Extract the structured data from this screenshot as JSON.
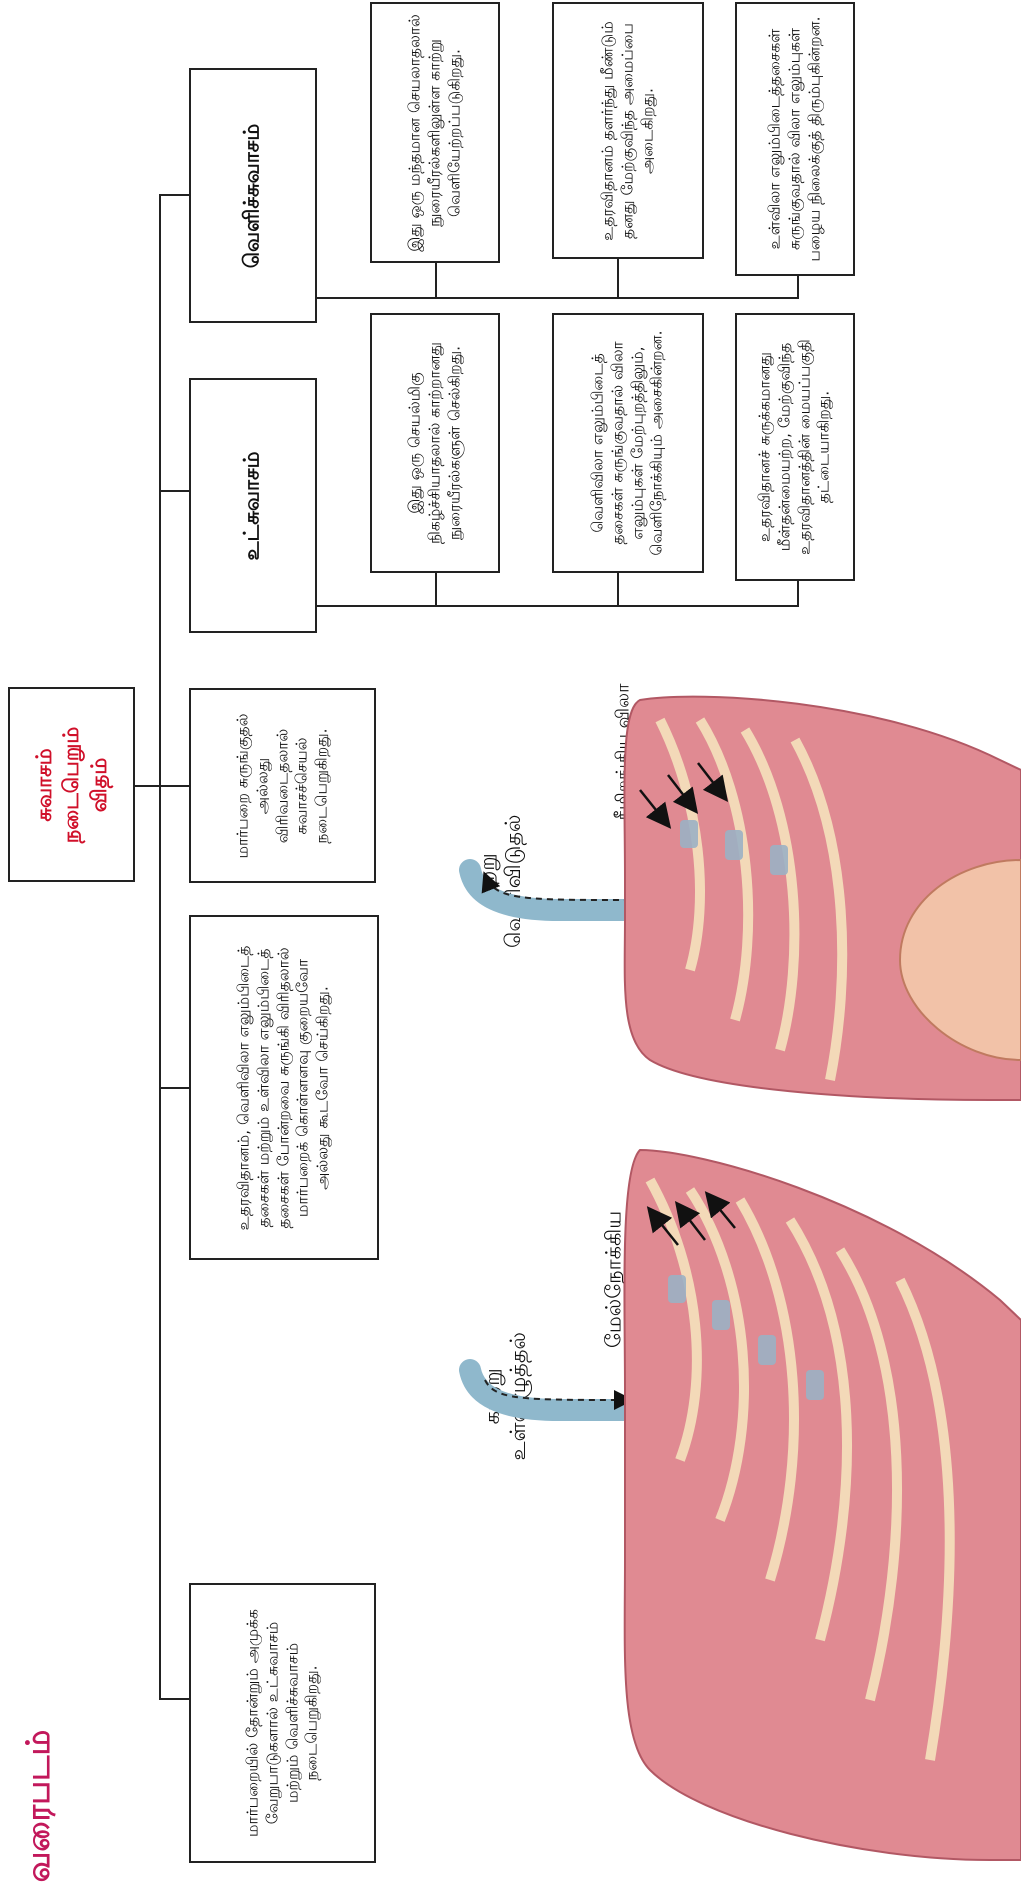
{
  "page_title": "வரைபடம்",
  "root": {
    "title": "சுவாசம் நடைபெறும் விதம்"
  },
  "top_boxes": [
    {
      "text": "மார்பறையில் தோன்றும் அமுக்க வேறுபாடுகளால் உட்சுவாசம் மற்றும் வெளிச்சுவாசம் நடைபெறுகிறது."
    },
    {
      "text": "உதரவிதானம், வெளிவிலா எலும்பிடைத் தசைகள் மற்றும் உள்விலா எலும்பிடைத் தசைகள் போன்றவை சுருங்கி விரிதலால் மார்பறைக் கொள்ளளவு குறையவோ அல்லது கூடவோ செய்கிறது."
    },
    {
      "text": "மார்பறை சுருங்குதல் அல்லது விரிவடைதலால் சுவாசச்செயல் நடைபெறுகிறது."
    }
  ],
  "inhalation": {
    "title": "உட்சுவாசம்",
    "boxes": [
      {
        "text": "இது ஒரு செயல்மிகு நிகழ்ச்சியாதலால் காற்றானது நுரையீரல்களுள் செல்கிறது."
      },
      {
        "text": "வெளிவிலா எலும்பிடைத் தசைகள் சுருங்குவதால் விலா எலும்புகள் மேற்புறத்திலும், வெளிநோக்கியும் அசைகின்றன."
      },
      {
        "text": "உதரவிதானச் சுருக்கமானது மீள்தன்மையற்ற, மேற்குவிந்த உதரவிதானத்தின் மையப்பகுதி தட்டையாகிறது."
      }
    ]
  },
  "exhalation": {
    "title": "வெளிச்சுவாசம்",
    "boxes": [
      {
        "text": "இது ஒரு மந்தமான செயலாதலால் நுரையீரல்களிலுள்ள காற்று வெளியேற்றப்படுகிறது."
      },
      {
        "text": "உதரவிதானம் தளர்ந்து மீண்டும் தனது மேற்குவிந்த அமைப்பை அடைகிறது."
      },
      {
        "text": "உள்விலா எலும்பிடைத்தசைகள் சுருங்குவதால் விலா எலும்புகள் பழைய நிலைக்குத் திரும்புகின்றன."
      }
    ]
  },
  "illustration": {
    "inhale_air_label": "காற்று உள்ளிழுத்தல்",
    "inhale_ribs_label": "மேல்நோக்கிய விலா எலும்புகள்",
    "exhale_air_label": "காற்று வெளிவிடுதல்",
    "exhale_ribs_label": "கீழிறங்கிய விலா எலும்புகள்"
  },
  "colors": {
    "title_red": "#d0102a",
    "page_title": "#c2185b",
    "flesh": "#e8848e",
    "airway": "#8fb8cc",
    "rib_gray": "#9bb0c4"
  }
}
